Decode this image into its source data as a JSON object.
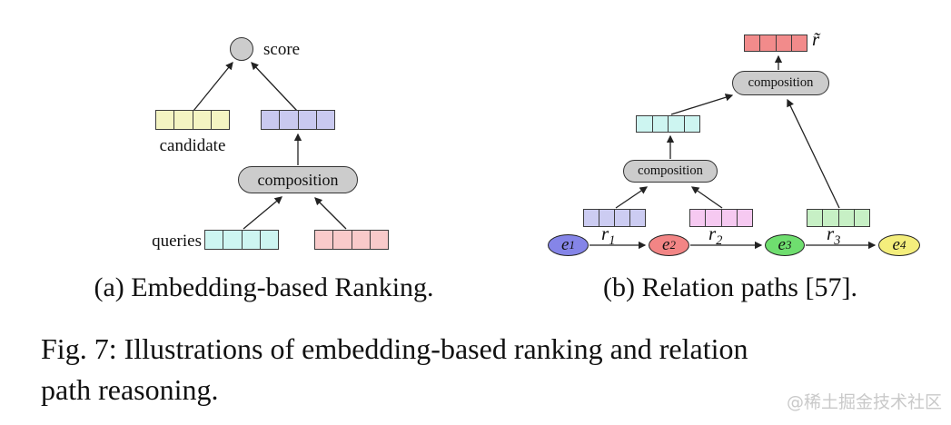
{
  "meta": {
    "vector_cells": 4
  },
  "colors": {
    "node_gray": "#cccccc",
    "yellow": "#f4f4c2",
    "lavender": "#c9c9ef",
    "cyan": "#cdf5f1",
    "pink": "#f9caca",
    "red": "#f28b8b",
    "lavender_b": "#ccccf2",
    "magenta": "#f6c9f1",
    "green": "#c7f0c5",
    "watermark_gray": "#c9c9c9"
  },
  "diagram_a": {
    "subcaption": "(a) Embedding-based Ranking.",
    "score_label": "score",
    "candidate_label": "candidate",
    "queries_label": "queries",
    "composition_label": "composition",
    "vectors": {
      "candidate": {
        "color": "#f4f4c2"
      },
      "relation": {
        "color": "#c9c9ef"
      },
      "query1": {
        "color": "#cdf5f1"
      },
      "query2": {
        "color": "#f9caca"
      }
    }
  },
  "diagram_b": {
    "subcaption": "(b) Relation paths [57].",
    "result_label": "r̃",
    "composition_top_label": "composition",
    "composition_bottom_label": "composition",
    "vectors": {
      "result": {
        "color": "#f28b8b"
      },
      "path": {
        "color": "#cdf5f1"
      },
      "r1": {
        "color": "#ccccf2"
      },
      "r2": {
        "color": "#f6c9f1"
      },
      "r3": {
        "color": "#c7f0c5"
      }
    },
    "relations": [
      {
        "base": "r",
        "sub": "1"
      },
      {
        "base": "r",
        "sub": "2"
      },
      {
        "base": "r",
        "sub": "3"
      }
    ],
    "entities": [
      {
        "base": "e",
        "sub": "1",
        "color": "#8585e8"
      },
      {
        "base": "e",
        "sub": "2",
        "color": "#f28585"
      },
      {
        "base": "e",
        "sub": "3",
        "color": "#6fde6f"
      },
      {
        "base": "e",
        "sub": "4",
        "color": "#f4ee7c"
      }
    ]
  },
  "figure": {
    "caption_line1": "Fig. 7: Illustrations of embedding-based ranking and relation",
    "caption_line2": "path reasoning.",
    "watermark": "@稀土掘金技术社区"
  }
}
